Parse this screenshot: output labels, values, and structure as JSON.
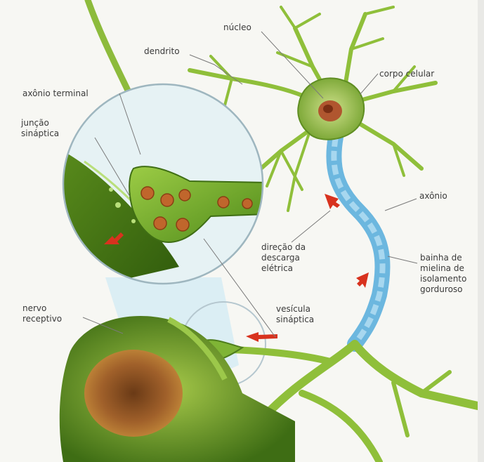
{
  "labels": {
    "nucleo": "núcleo",
    "dendrito": "dendrito",
    "corpo_celular": "corpo celular",
    "axonio_terminal": "axônio terminal",
    "juncao_sinaptica": [
      "junção",
      "sináptica"
    ],
    "axonio": "axônio",
    "direcao_descarga": [
      "direção da",
      "descarga",
      "elétrica"
    ],
    "bainha_mielina": [
      "bainha de",
      "mielina de",
      "isolamento",
      "gorduroso"
    ],
    "vesicula_sinaptica": [
      "vesícula",
      "sináptica"
    ],
    "nervo_receptivo": [
      "nervo",
      "receptivo"
    ]
  },
  "colors": {
    "neuron_green": "#8fbf3a",
    "neuron_dark": "#4e7d1c",
    "myelin_blue": "#6cb7df",
    "nucleus": "#b0562f",
    "arrow_red": "#d8321e",
    "magnifier_fill": "#dbeef4"
  }
}
